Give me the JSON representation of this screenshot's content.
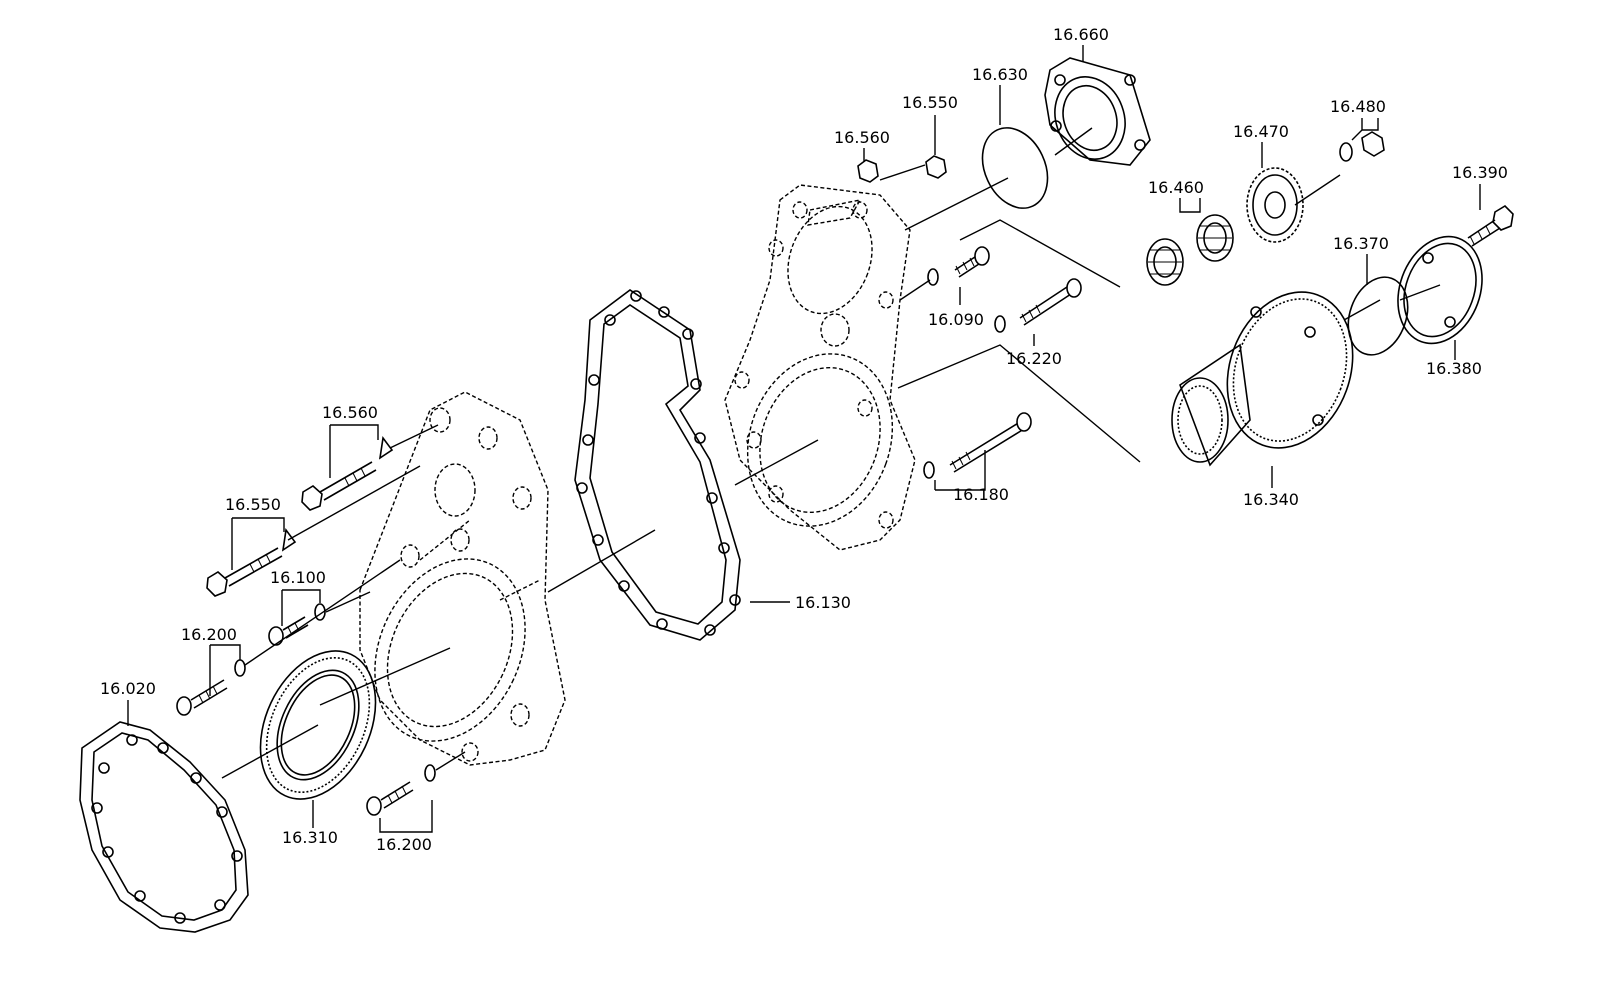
{
  "labels": {
    "l_16660": "16.660",
    "l_16630": "16.630",
    "l_16550_top": "16.550",
    "l_16560_top": "16.560",
    "l_16480": "16.480",
    "l_16470": "16.470",
    "l_16460": "16.460",
    "l_16390": "16.390",
    "l_16370": "16.370",
    "l_16380": "16.380",
    "l_16090": "16.090",
    "l_16220": "16.220",
    "l_16180": "16.180",
    "l_16340": "16.340",
    "l_16560_mid": "16.560",
    "l_16550_mid": "16.550",
    "l_16100": "16.100",
    "l_16130": "16.130",
    "l_16200_top": "16.200",
    "l_16020": "16.020",
    "l_16310": "16.310",
    "l_16200_bot": "16.200"
  }
}
